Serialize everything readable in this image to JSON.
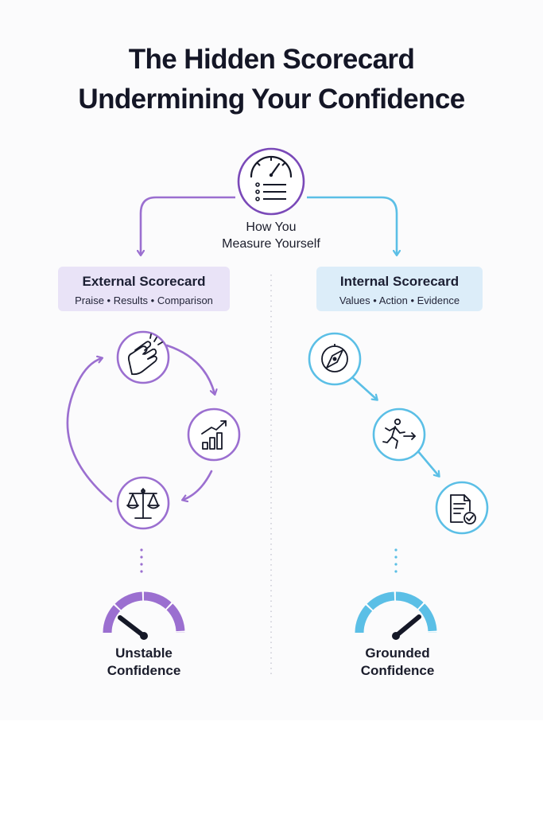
{
  "title": {
    "line1": "The Hidden Scorecard",
    "line2": "Undermining Your Confidence"
  },
  "hub": {
    "icon": "gauge-checklist-icon",
    "label_line1": "How You",
    "label_line2": "Measure Yourself"
  },
  "external": {
    "title": "External Scorecard",
    "subtitle": "Praise  •  Results  •  Comparison",
    "color": "#9b6fd0",
    "icons": [
      "clapping-hands-icon",
      "bar-chart-icon",
      "balance-scale-icon"
    ],
    "outcome_line1": "Unstable",
    "outcome_line2": "Confidence"
  },
  "internal": {
    "title": "Internal Scorecard",
    "subtitle": "Values  •  Action  •  Evidence",
    "color": "#5bbfe6",
    "icons": [
      "compass-icon",
      "running-person-icon",
      "document-check-icon"
    ],
    "outcome_line1": "Grounded",
    "outcome_line2": "Confidence"
  },
  "colors": {
    "hub": "#7a49b8",
    "dark": "#151827"
  }
}
